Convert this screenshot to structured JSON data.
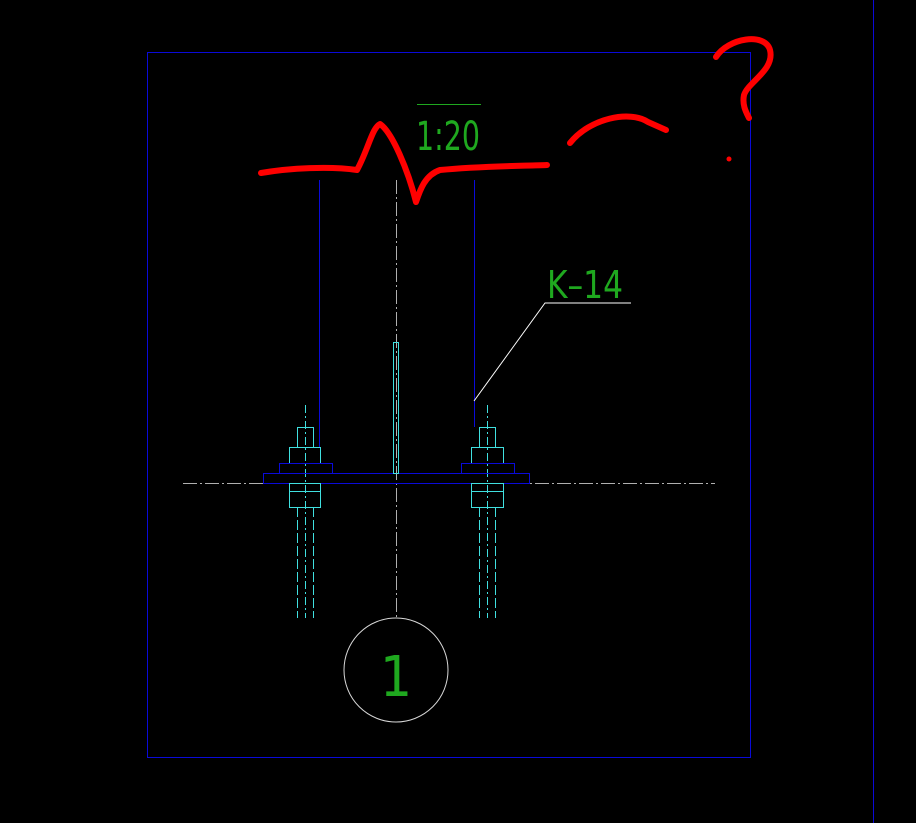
{
  "drawing": {
    "scale_label": "1:20",
    "leader_label": "K–14",
    "view_number": "1"
  },
  "colors": {
    "background": "#000000",
    "frame": "#0a0ad8",
    "bolt": "#40e0e0",
    "text": "#1fa81f",
    "annotation": "#ff0000",
    "centerline": "#b0b0b0"
  }
}
